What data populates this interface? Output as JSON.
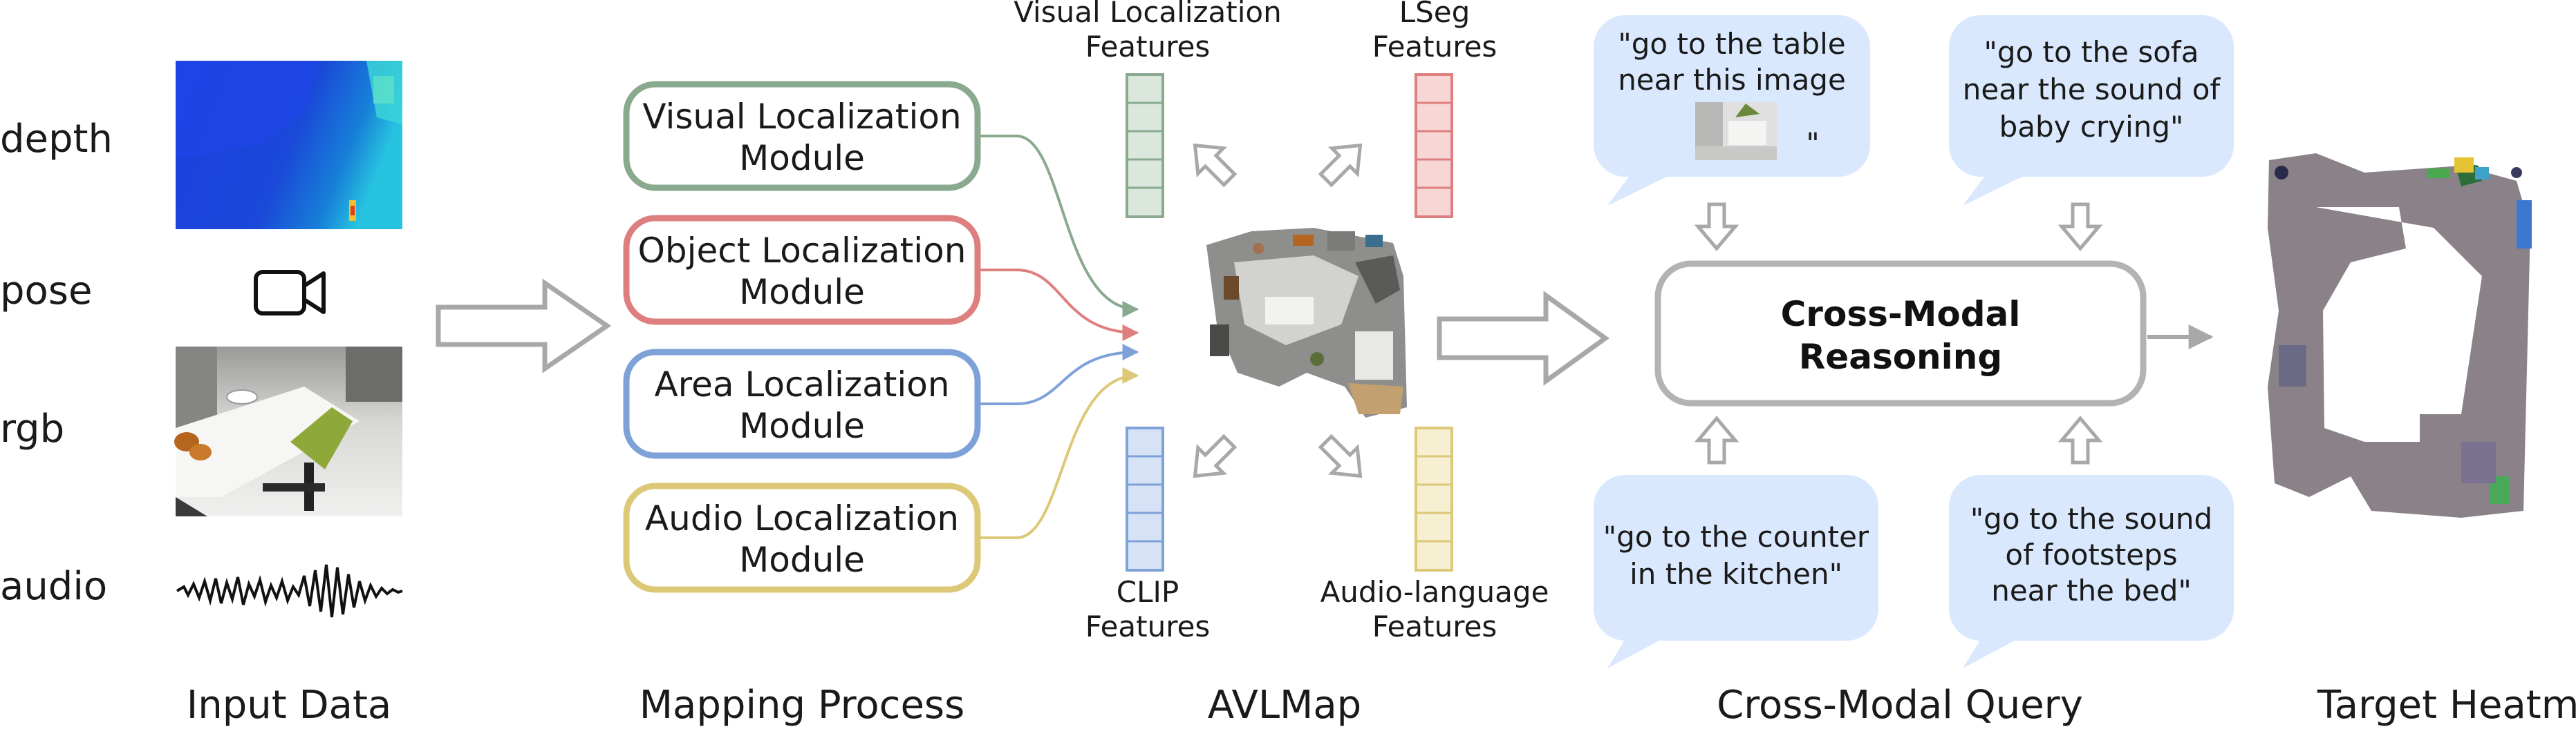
{
  "input_data": {
    "labels": [
      "depth",
      "pose",
      "rgb",
      "audio"
    ],
    "section_title": "Input Data"
  },
  "mapping_process": {
    "modules": [
      {
        "line1": "Visual Localization",
        "line2": "Module",
        "color": "#8aaa8f"
      },
      {
        "line1": "Object Localization",
        "line2": "Module",
        "color": "#de7f7f"
      },
      {
        "line1": "Area Localization",
        "line2": "Module",
        "color": "#7ea2d8"
      },
      {
        "line1": "Audio Localization",
        "line2": "Module",
        "color": "#dcc877"
      }
    ],
    "section_title": "Mapping Process"
  },
  "avlmap": {
    "features": {
      "visual": {
        "line1": "Visual Localization",
        "line2": "Features",
        "color": "#8aaa8f",
        "fill": "#dbe7dc"
      },
      "lseg": {
        "line1": "LSeg",
        "line2": "Features",
        "color": "#de7f7f",
        "fill": "#f7d6d6"
      },
      "clip": {
        "line1": "CLIP",
        "line2": "Features",
        "color": "#7ea2d8",
        "fill": "#d6e2f5"
      },
      "audio": {
        "line1": "Audio-language",
        "line2": "Features",
        "color": "#dcc877",
        "fill": "#f6efd2"
      }
    },
    "section_title": "AVLMap"
  },
  "cross_modal_query": {
    "queries": {
      "top_left": {
        "line1": "\"go to the table",
        "line2": "near this image",
        "line3": "\""
      },
      "top_right": {
        "line1": "\"go to the sofa",
        "line2": "near the sound of",
        "line3": "baby crying\""
      },
      "bottom_left": {
        "line1": "\"go to the counter",
        "line2": "in the kitchen\""
      },
      "bottom_right": {
        "line1": "\"go to the sound",
        "line2": "of footsteps",
        "line3": "near the bed\""
      }
    },
    "reasoning": {
      "line1": "Cross-Modal",
      "line2": "Reasoning"
    },
    "bubble_color": "#d9e8fc",
    "section_title": "Cross-Modal Query"
  },
  "target_heatmap": {
    "section_title": "Target Heatmap"
  },
  "colors": {
    "text": "#1a1a1a",
    "arrow_gray": "#a8a8a8",
    "reasoning_border": "#b3b3b3"
  }
}
